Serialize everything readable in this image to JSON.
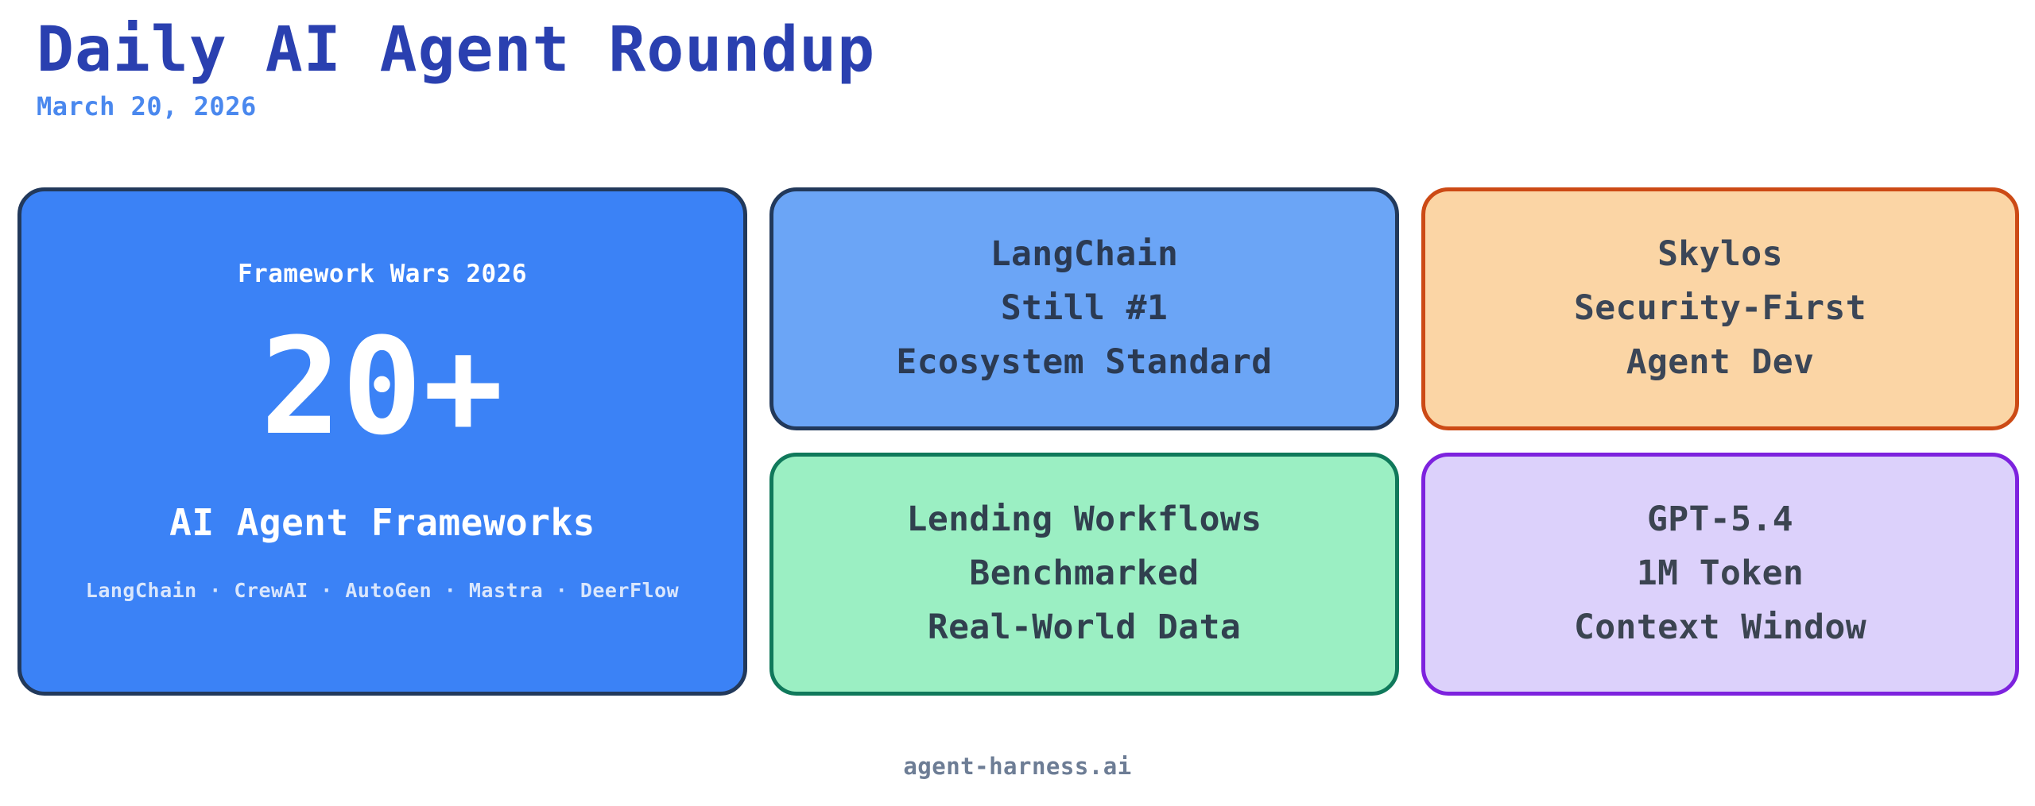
{
  "header": {
    "title": "Daily AI Agent Roundup",
    "date": "March 20, 2026",
    "title_color": "#2A40B0",
    "date_color": "#4A88EE"
  },
  "hero_card": {
    "eyebrow": "Framework Wars 2026",
    "number": "20+",
    "label": "AI Agent Frameworks",
    "frameworks_line": "LangChain · CrewAI · AutoGen · Mastra · DeerFlow",
    "frameworks": [
      "LangChain",
      "CrewAI",
      "AutoGen",
      "Mastra",
      "DeerFlow"
    ],
    "separator": "·",
    "fill_color": "#3B82F6",
    "border_color": "#22395B",
    "text_color": "#FFFFFF"
  },
  "tiles": [
    {
      "id": "langchain",
      "line1": "LangChain",
      "line2": "Still #1",
      "line3": "Ecosystem Standard",
      "fill_color": "#6BA5F6",
      "border_color": "#22395B",
      "text_color": "#2B3A52"
    },
    {
      "id": "skylos",
      "line1": "Skylos",
      "line2": "Security-First",
      "line3": "Agent Dev",
      "fill_color": "#FBD5A5",
      "border_color": "#CC4A15",
      "text_color": "#3B4657"
    },
    {
      "id": "lending",
      "line1": "Lending Workflows",
      "line2": "Benchmarked",
      "line3": "Real-World Data",
      "fill_color": "#9BEFC3",
      "border_color": "#10795B",
      "text_color": "#31404F"
    },
    {
      "id": "gpt",
      "line1": "GPT-5.4",
      "line2": "1M Token",
      "line3": "Context Window",
      "fill_color": "#DCD1FB",
      "border_color": "#7D22DE",
      "text_color": "#3B4451"
    }
  ],
  "footer": {
    "source": "agent-harness.ai",
    "color": "#6D7D95"
  }
}
